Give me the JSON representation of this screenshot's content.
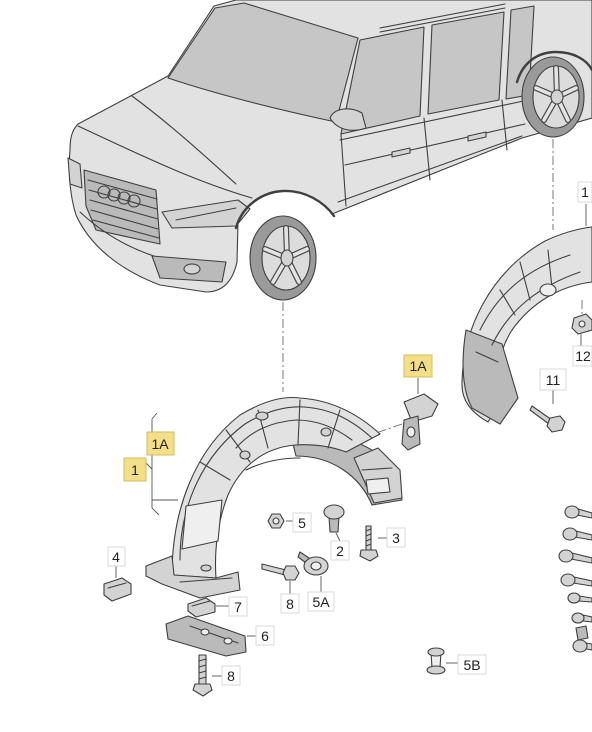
{
  "callouts": [
    {
      "label": "1",
      "highlighted": false
    },
    {
      "label": "1A",
      "highlighted": true
    },
    {
      "label": "12",
      "highlighted": false
    },
    {
      "label": "11",
      "highlighted": false
    },
    {
      "label": "1A",
      "highlighted": true
    },
    {
      "label": "1",
      "highlighted": true
    },
    {
      "label": "4",
      "highlighted": false
    },
    {
      "label": "5",
      "highlighted": false
    },
    {
      "label": "3",
      "highlighted": false
    },
    {
      "label": "2",
      "highlighted": false
    },
    {
      "label": "8",
      "highlighted": false
    },
    {
      "label": "5A",
      "highlighted": false
    },
    {
      "label": "7",
      "highlighted": false
    },
    {
      "label": "6",
      "highlighted": false
    },
    {
      "label": "8",
      "highlighted": false
    },
    {
      "label": "5B",
      "highlighted": false
    }
  ],
  "illustrations": [
    "suv-vehicle-icon",
    "front-wheel-icon",
    "rear-wheel-icon",
    "front-wheel-arch-liner-icon",
    "rear-wheel-arch-liner-icon",
    "clip-icon",
    "nut-icon",
    "screw-icon",
    "push-rivet-icon",
    "bracket-icon",
    "pin-icon"
  ],
  "colors": {
    "highlight": "#f3df87",
    "line": "#3f3f3f",
    "panel": "#e2e2e2",
    "glass": "#c6c6c6"
  }
}
